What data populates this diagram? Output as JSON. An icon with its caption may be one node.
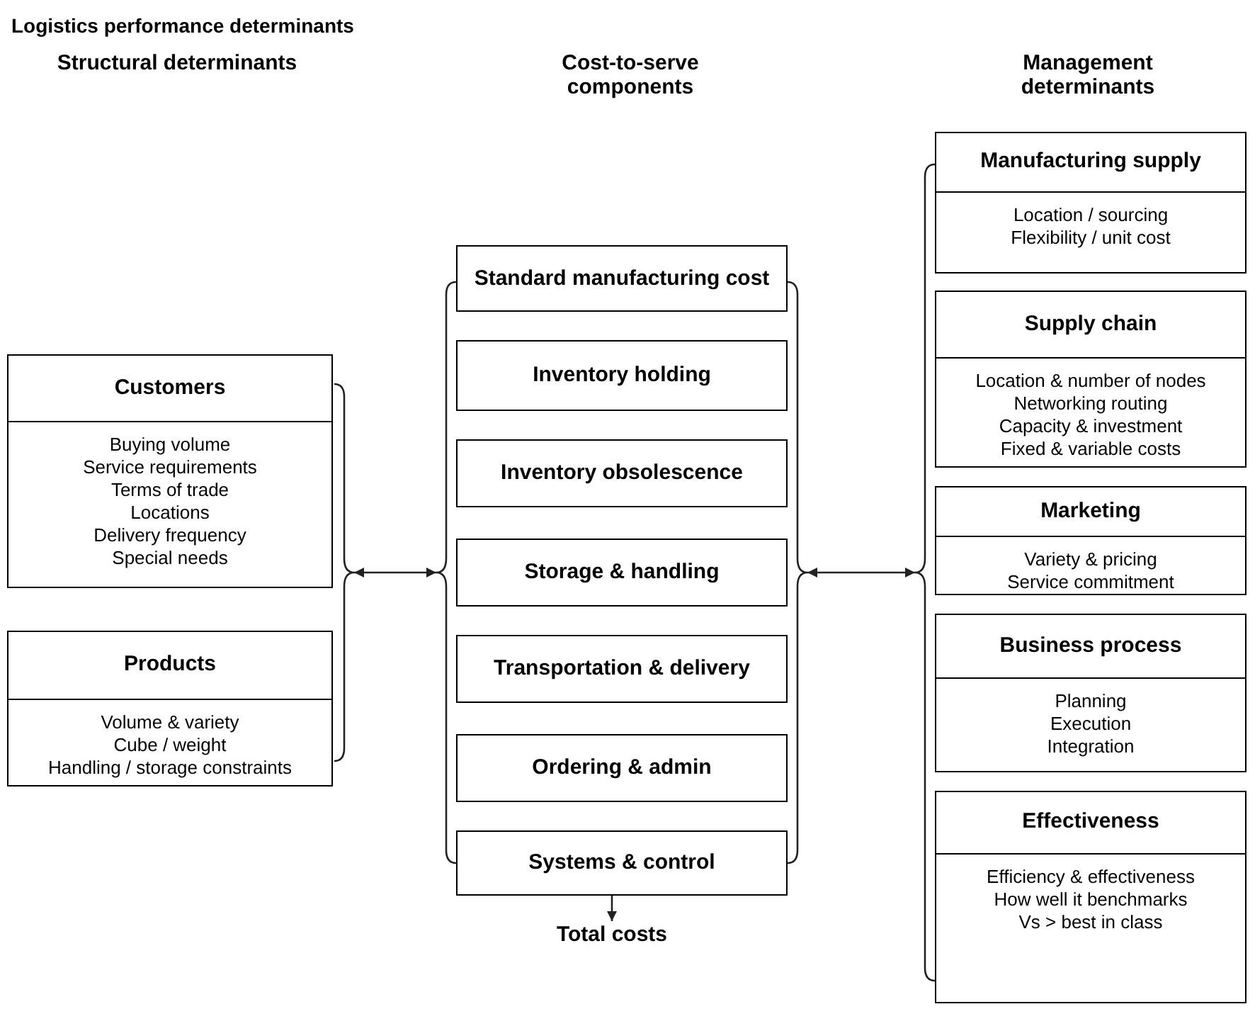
{
  "diagram": {
    "title": "Logistics performance determinants",
    "nodes": [
      {
        "text": [
          "Customers",
          "Buying volume",
          "Service requirements",
          "Terms of trade",
          "Locations",
          "Delivery frequency",
          "Special needs"
        ]
      },
      {
        "text": [
          "Products",
          "Volume & variety",
          "Cube / weight",
          "Handling / storage constraints"
        ]
      },
      {
        "text": [],
        "shape": "bracket"
      },
      {
        "text": [],
        "shape": "bracket"
      },
      {
        "text": [
          "Standard manufacturing cost"
        ]
      },
      {
        "text": [
          "Inventory holding"
        ]
      },
      {
        "text": [
          "Inventory obsolescence"
        ]
      },
      {
        "text": [
          "Storage & handling"
        ]
      },
      {
        "text": [
          "Transportation & delivery"
        ]
      },
      {
        "text": [
          "Ordering & admin"
        ]
      },
      {
        "text": [
          "Systems & control"
        ]
      },
      {
        "text": [],
        "shape": "bracket"
      },
      {
        "text": [
          "Total costs"
        ]
      },
      {
        "text": [],
        "shape": "bracket"
      },
      {
        "text": [
          "Manufacturing supply",
          "Location / sourcing",
          "Flexibility / unit cost"
        ]
      },
      {
        "text": [
          "Supply chain",
          "Location & number of nodes",
          "Networking routing",
          "Capacity & investment",
          "Fixed & variable costs"
        ]
      },
      {
        "text": [
          "Marketing",
          "Variety & pricing",
          "Service commitment"
        ]
      },
      {
        "text": [
          "Business process",
          "Planning",
          "Execution",
          "Integration"
        ]
      },
      {
        "text": [
          "Effectiveness",
          "Efficiency & effectiveness",
          "How well it benchmarks",
          "Vs > best in class"
        ]
      }
    ],
    "edges": [
      {
        "from": 2,
        "to": 3,
        "arrow": "both"
      },
      {
        "from": 11,
        "to": 13,
        "arrow": "both"
      },
      {
        "from": 10,
        "to": 12,
        "arrow": "to"
      }
    ],
    "labels": [
      "Structural determinants",
      "Cost-to-serve components",
      "Management determinants"
    ]
  }
}
